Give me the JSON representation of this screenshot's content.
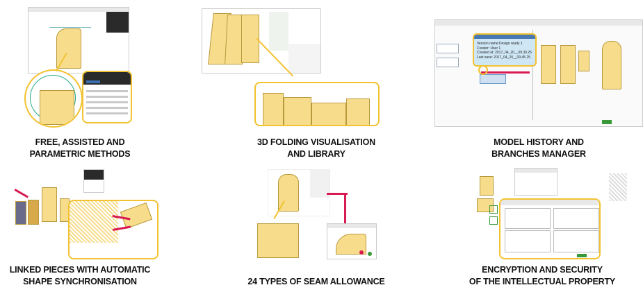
{
  "features": [
    {
      "caption_line1": "FREE, ASSISTED AND",
      "caption_line2": "PARAMETRIC METHODS"
    },
    {
      "caption_line1": "3D FOLDING VISUALISATION",
      "caption_line2": "AND LIBRARY"
    },
    {
      "caption_line1": "MODEL HISTORY AND",
      "caption_line2": "BRANCHES MANAGER"
    },
    {
      "caption_line1": "LINKED PIECES WITH AUTOMATIC",
      "caption_line2": "SHAPE SYNCHRONISATION"
    },
    {
      "caption_line1": "24 TYPES OF SEAM ALLOWANCE",
      "caption_line2": ""
    },
    {
      "caption_line1": "ENCRYPTION AND SECURITY",
      "caption_line2": "OF THE INTELLECTUAL PROPERTY"
    }
  ],
  "history_tooltip": {
    "version_name": "Version name:Design ready 1",
    "creator": "Creator: User 1",
    "created_at": "Created at: 2017_04_20__09.30.25",
    "last_save": "Last save: 2017_04_20__09.45.25"
  },
  "colors": {
    "accent_yellow": "#f2c230",
    "piece_fill": "#f7dc8c",
    "arrow_red": "#d81b52"
  }
}
